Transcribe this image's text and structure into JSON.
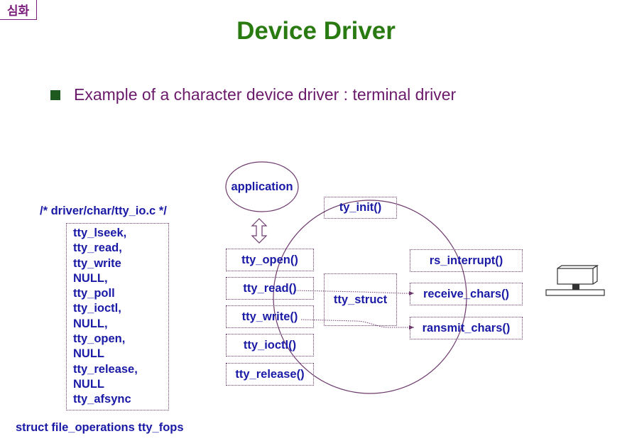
{
  "header": {
    "tag": "심화",
    "title": "Device Driver"
  },
  "bullet": {
    "text": "Example of a character device driver : terminal driver"
  },
  "diagram": {
    "file_label": "/* driver/char/tty_io.c */",
    "fops_entries": [
      "tty_lseek,",
      "tty_read,",
      "tty_write",
      "NULL,",
      "tty_poll",
      "tty_ioctl,",
      "NULL,",
      "tty_open,",
      "NULL",
      "tty_release,",
      "NULL",
      "tty_afsync"
    ],
    "struct_label": "struct file_operations tty_fops",
    "application": "application",
    "init": "ty_init()",
    "functions": [
      "tty_open()",
      "tty_read()",
      "tty_write()",
      "tty_ioctl()",
      "tty_release()"
    ],
    "tty_struct": "tty_struct",
    "right_functions": [
      "rs_interrupt()",
      "receive_chars()",
      "ransmit_chars()"
    ],
    "terminal_icon": "terminal-icon"
  },
  "colors": {
    "title": "#2a7a12",
    "bullet_text": "#6b1a6b",
    "diagram_text": "#1a1aa6",
    "lines": "#6e3a6e"
  }
}
